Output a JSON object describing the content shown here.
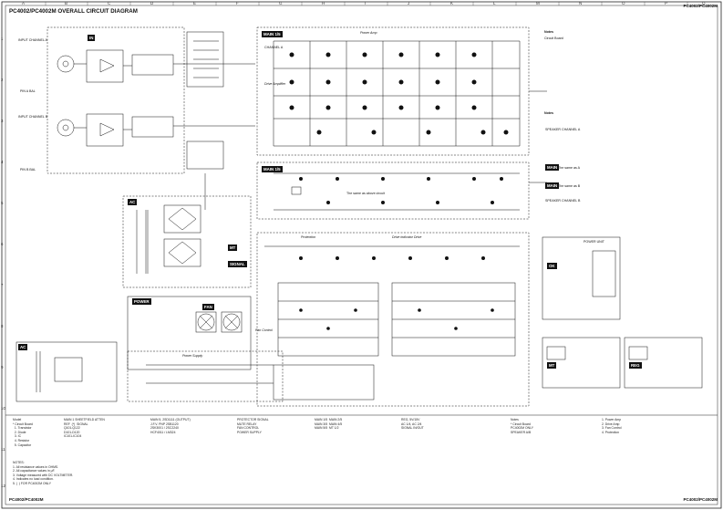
{
  "header": {
    "title": "PC4002/PC4002M OVERALL CIRCUIT DIAGRAM",
    "model_top_right": "PC4002/PC4002M",
    "footer_left": "PC4002/PC4002M",
    "footer_right": "PC4002/PC4002M"
  },
  "grid": {
    "columns": [
      "A",
      "B",
      "C",
      "D",
      "E",
      "F",
      "G",
      "H",
      "I",
      "J",
      "K",
      "L",
      "M",
      "N",
      "O",
      "P",
      "Q"
    ],
    "rows": [
      "1",
      "2",
      "3",
      "4",
      "5",
      "6",
      "7",
      "8",
      "9",
      "10",
      "11",
      "12"
    ]
  },
  "blocks": {
    "input_a_tag": "IN",
    "input_a": "INPUT CHANNEL A",
    "input_b": "INPUT CHANNEL B",
    "pin_a": "PIN A BAL",
    "pin_b": "PIN B BAL",
    "main_a_tag": "MAIN",
    "main_a_label": "MAIN 1/5",
    "main_b_label": "MAIN 1/5",
    "power_amp": "Power Amp",
    "ch_a": "CHANNEL A",
    "drive_label": "Drive Amplifier",
    "same_as_above": "The same as above circuit",
    "speaker_a": "SPEAKER CHANNEL A",
    "speaker_b": "SPEAKER CHANNEL B",
    "ac_tag": "AC",
    "signal_tag": "SIGNAL",
    "protection": "Protection",
    "drive_indicator": "Drive indicator Drive",
    "power_tag": "POWER",
    "fan_tag": "FAN",
    "power_supply": "Power Supply",
    "fan_control": "Fan Control",
    "power_unit": "POWER UNIT",
    "ok_tag": "OK",
    "mt_tag": "MT",
    "reg_tag": "REG",
    "the_same_as_a": "The same as A",
    "the_same_as_b": "The same as B"
  },
  "notes": {
    "notes_title": "Notes",
    "circuit_board": "Circuit Board",
    "left_notes": "NOTES:\n1. All resistance values in OHMS.\n2. All capacitance values in μF.\n3. Voltage measured with DC VOLTMETER.\n4. Indicates no load condition.\n5. (  ) FOR PC4002M ONLY",
    "bottom_col1": "Model\n* Circuit Board\n  1. Transistor\n  2. Diode\n  3. IC\n  4. Resistor\n  5. Capacitor",
    "bottom_col2": "MAIN 1 SHEETFIELD ATTEN\nREF  (*)  SIGNAL\nQ101-Q122\nD101-D120\nIC101-IC104",
    "bottom_col3": "MAIN 5, 2SD1111 (OUTPUT)\nJ.F.V. PNP 2SB1120\n2SK3001 / 2SC2240\nHCF4011 / LM324",
    "bottom_col4": "PROTECTOR SIGNAL\nMUTE RELAY\nFAN CONTROL\nPOWER SUPPLY",
    "bottom_col5": "MAIN 1/5  MAIN 2/5\nMAIN 3/5  MAIN 4/5\nMAIN 5/5  MT 1/2",
    "bottom_col6": "REG, 5V/15V\nAC 1/4, AC 2/4\nSIGNAL IN/OUT",
    "bottom_col7": "Notes\n* Circuit Board\nPC4002M ONLY\nSPEAKER A/B",
    "bottom_col8": "1. Power Amp\n2. Drive Amp\n3. Fan Control\n4. Protection"
  }
}
